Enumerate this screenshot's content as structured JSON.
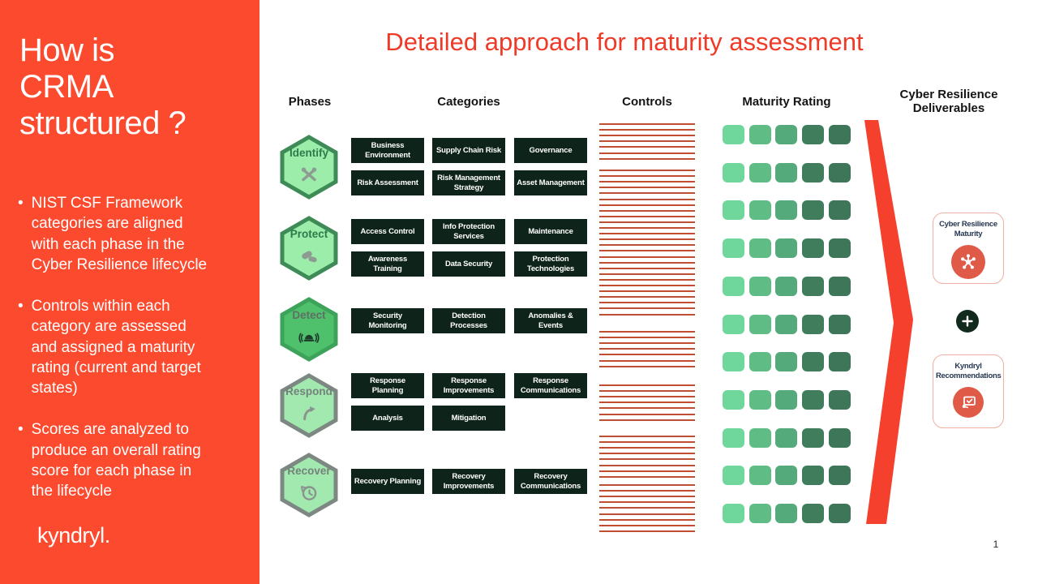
{
  "colors": {
    "sidebar_red": "#fb4a2e",
    "title_red": "#ee3a27",
    "chevron_red": "#f4402c",
    "controls_line_red": "#c04e33",
    "category_box_bg": "#0e231a",
    "card_icon_red": "#e05a48",
    "plus_circle_green": "#12291e"
  },
  "sidebar": {
    "title": "How is\nCRMA\nstructured ?",
    "bullets": [
      "NIST CSF Framework\ncategories are aligned\nwith each phase in the\nCyber Resilience lifecycle",
      "Controls within each\ncategory  are assessed\nand assigned a maturity\nrating (current and target\nstates)",
      "Scores are analyzed to\nproduce an overall rating\nscore for each phase in\nthe lifecycle"
    ],
    "logo": "kyndryl."
  },
  "header": {
    "title": "Detailed approach for maturity assessment"
  },
  "column_headers": {
    "phases": "Phases",
    "categories": "Categories",
    "controls": "Controls",
    "maturity_rating": "Maturity Rating",
    "deliverables": "Cyber Resilience\nDeliverables"
  },
  "phases": [
    {
      "name": "Identify",
      "style": "green",
      "icon": "tools-icon",
      "category_rows": [
        [
          "Business Environment",
          "Supply Chain Risk",
          "Governance"
        ],
        [
          "Risk Assessment",
          "Risk Management Strategy",
          "Asset Management"
        ]
      ]
    },
    {
      "name": "Protect",
      "style": "green",
      "icon": "pills-icon",
      "category_rows": [
        [
          "Access Control",
          "Info Protection Services",
          "Maintenance"
        ],
        [
          "Awareness Training",
          "Data Security",
          "Protection Technologies"
        ]
      ]
    },
    {
      "name": "Detect",
      "style": "bright",
      "icon": "alarm-icon",
      "category_rows": [
        [
          "Security Monitoring",
          "Detection Processes",
          "Anomalies & Events"
        ]
      ]
    },
    {
      "name": "Respond",
      "style": "gray",
      "icon": "curved-arrow-icon",
      "category_rows": [
        [
          "Response Planning",
          "Response Improvements",
          "Response Communications"
        ],
        [
          "Analysis",
          "Mitigation"
        ]
      ]
    },
    {
      "name": "Recover",
      "style": "gray",
      "icon": "history-clock-icon",
      "category_rows": [
        [
          "Recovery Planning",
          "Recovery Improvements",
          "Recovery Communications"
        ]
      ]
    }
  ],
  "controls": {
    "blocks": [
      7,
      26,
      7,
      7,
      8,
      9
    ]
  },
  "maturity_rating": {
    "rows": 11,
    "squares_per_row": 5,
    "scale_colors": [
      "#70d79c",
      "#5fbc84",
      "#54aa7b",
      "#407d5d",
      "#3d7659"
    ]
  },
  "deliverables": {
    "cards": [
      {
        "title": "Cyber Resilience Maturity",
        "icon": "maturity-network-icon"
      },
      {
        "title": "Kyndryl Recommendations",
        "icon": "recommendations-board-icon"
      }
    ]
  },
  "page_number": "1"
}
